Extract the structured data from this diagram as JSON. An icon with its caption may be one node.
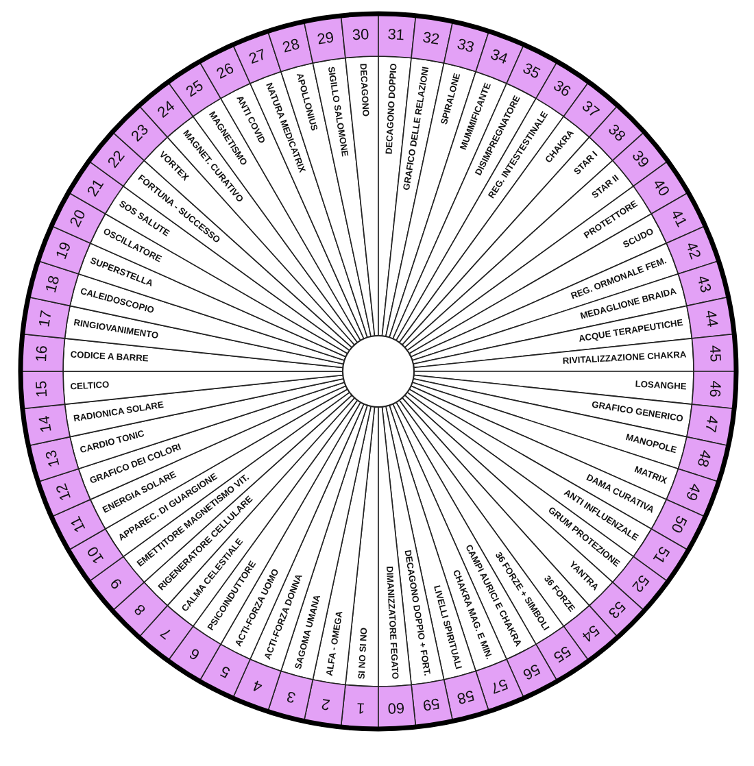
{
  "diagram": {
    "nodes": [
      {
        "text": [
          "1",
          "SI NO SI NO"
        ]
      },
      {
        "text": [
          "2",
          "ALFA - OMEGA"
        ]
      },
      {
        "text": [
          "3",
          "SAGOMA UMANA"
        ]
      },
      {
        "text": [
          "4",
          "ACTI-FORZA DONNA"
        ]
      },
      {
        "text": [
          "5",
          "ACTI-FORZA UOMO"
        ]
      },
      {
        "text": [
          "6",
          "PSICOINDUTTORE"
        ]
      },
      {
        "text": [
          "7",
          "CALMA CELESTIALE"
        ]
      },
      {
        "text": [
          "8",
          "RIGENERATORE CELLULARE"
        ]
      },
      {
        "text": [
          "9",
          "EMETTITORE MAGNETISMO VIT."
        ]
      },
      {
        "text": [
          "10",
          "APPAREC. DI GUARGIONE"
        ]
      },
      {
        "text": [
          "11",
          "ENERGIA SOLARE"
        ]
      },
      {
        "text": [
          "12",
          "GRAFICO DEI COLORI"
        ]
      },
      {
        "text": [
          "13",
          "CARDIO TONIC"
        ]
      },
      {
        "text": [
          "14",
          "RADIONICA SOLARE"
        ]
      },
      {
        "text": [
          "15",
          "CELTICO"
        ]
      },
      {
        "text": [
          "16",
          "CODICE A BARRE"
        ]
      },
      {
        "text": [
          "17",
          "RINGIOVANIMENTO"
        ]
      },
      {
        "text": [
          "18",
          "CALEIDOSCOPIO"
        ]
      },
      {
        "text": [
          "19",
          "SUPERSTELLA"
        ]
      },
      {
        "text": [
          "20",
          "OSCILLATORE"
        ]
      },
      {
        "text": [
          "21",
          "SOS SALUTE"
        ]
      },
      {
        "text": [
          "22",
          "FORTUNA - SUCCESSO"
        ]
      },
      {
        "text": [
          "23",
          "VORTEX"
        ]
      },
      {
        "text": [
          "24",
          "MAGNET. CURATIVO"
        ]
      },
      {
        "text": [
          "25",
          "MAGNETISMO"
        ]
      },
      {
        "text": [
          "26",
          "ANTI COVID"
        ]
      },
      {
        "text": [
          "27",
          "NATURA MEDICATRIX"
        ]
      },
      {
        "text": [
          "28",
          "APOLLONIUS"
        ]
      },
      {
        "text": [
          "29",
          "SIGILLO SALOMONE"
        ]
      },
      {
        "text": [
          "30",
          "DECAGONO"
        ]
      },
      {
        "text": [
          "31",
          "DECAGONO DOPPIO"
        ]
      },
      {
        "text": [
          "32",
          "GRAFICO DELLE RELAZIONI"
        ]
      },
      {
        "text": [
          "33",
          "SPIRALONE"
        ]
      },
      {
        "text": [
          "34",
          "MUMMIFICANTE"
        ]
      },
      {
        "text": [
          "35",
          "DISIMPREGNATORE"
        ]
      },
      {
        "text": [
          "36",
          "REG. INTESTESTINALE"
        ]
      },
      {
        "text": [
          "37",
          "CHAKRA"
        ]
      },
      {
        "text": [
          "38",
          "STAR I"
        ]
      },
      {
        "text": [
          "39",
          "STAR II"
        ]
      },
      {
        "text": [
          "40",
          "PROTETTORE"
        ]
      },
      {
        "text": [
          "41",
          "SCUDO"
        ]
      },
      {
        "text": [
          "42",
          "REG. ORMONALE FEM."
        ]
      },
      {
        "text": [
          "43",
          "MEDAGLIONE BRAIDA"
        ]
      },
      {
        "text": [
          "44",
          "ACQUE TERAPEUTICHE"
        ]
      },
      {
        "text": [
          "45",
          "RIVITALIZZAZIONE CHAKRA"
        ]
      },
      {
        "text": [
          "46",
          "LOSANGHE"
        ]
      },
      {
        "text": [
          "47",
          "GRAFICO GENERICO"
        ]
      },
      {
        "text": [
          "48",
          "MANOPOLE"
        ]
      },
      {
        "text": [
          "49",
          "MATRIX"
        ]
      },
      {
        "text": [
          "50",
          "DAMA CURATIVA"
        ]
      },
      {
        "text": [
          "51",
          "ANTI INFLUENZALE"
        ]
      },
      {
        "text": [
          "52",
          "GRUM PROTEZIONE"
        ]
      },
      {
        "text": [
          "53",
          "YANTRA"
        ]
      },
      {
        "text": [
          "54",
          "36 FORZE"
        ]
      },
      {
        "text": [
          "55",
          "36 FORZE + SIMBOLI"
        ]
      },
      {
        "text": [
          "56",
          "CAMPI AURICI E CHAKRA"
        ]
      },
      {
        "text": [
          "57",
          "CHAKRA MAG. E MIN."
        ]
      },
      {
        "text": [
          "58",
          "LIVELLI SPIRITUALI"
        ]
      },
      {
        "text": [
          "59",
          "DECAGONO DOPPIO + FORT."
        ]
      },
      {
        "text": [
          "60",
          "DIMANIZZATORE FEGATO"
        ]
      }
    ]
  }
}
